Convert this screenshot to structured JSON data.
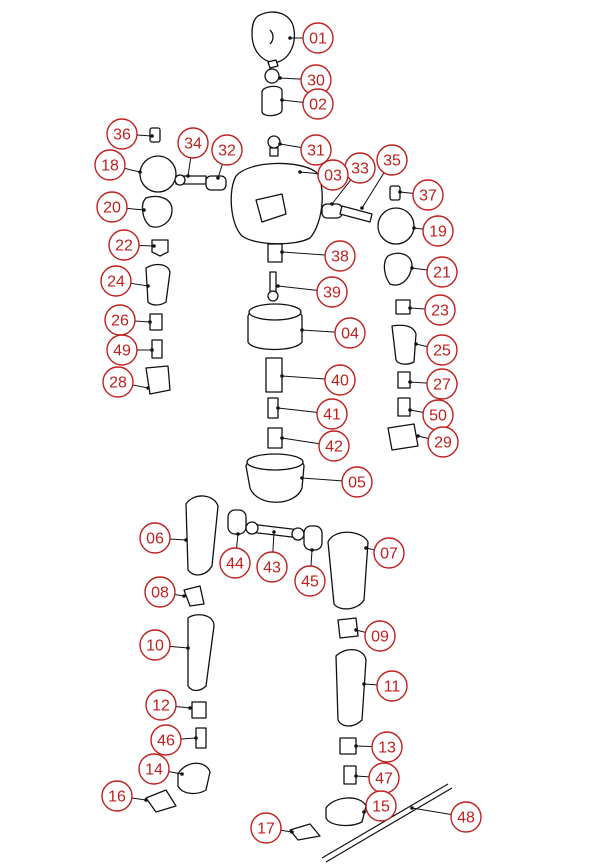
{
  "colors": {
    "label_red": "#c0201e",
    "line": "#111111",
    "background": "#ffffff"
  },
  "labels": [
    "01",
    "30",
    "02",
    "36",
    "34",
    "32",
    "31",
    "18",
    "33",
    "35",
    "03",
    "37",
    "20",
    "19",
    "22",
    "38",
    "24",
    "21",
    "39",
    "23",
    "26",
    "04",
    "25",
    "49",
    "40",
    "28",
    "27",
    "41",
    "50",
    "29",
    "42",
    "05",
    "06",
    "44",
    "43",
    "45",
    "07",
    "08",
    "10",
    "09",
    "11",
    "12",
    "46",
    "13",
    "14",
    "47",
    "16",
    "15",
    "48",
    "17"
  ]
}
